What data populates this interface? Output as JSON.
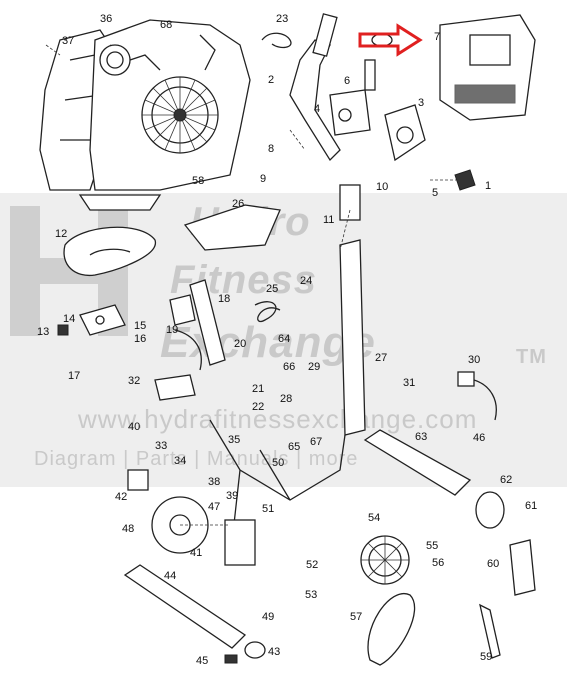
{
  "watermark": {
    "line1": "Hydro",
    "line2": "Fitness",
    "line3": "Exchange",
    "trademark": "TM",
    "url": "www.hydrafitnessexchange.com",
    "tagline": "Diagram | Parts | Manuals | more",
    "logo_letter": "H"
  },
  "callout": {
    "arrow_color": "#e02020",
    "part_number": "7"
  },
  "colors": {
    "line": "#222222",
    "band": "#eeeeee",
    "watermark": "#c9c9c9"
  },
  "part_labels": [
    "1",
    "2",
    "3",
    "4",
    "5",
    "6",
    "7",
    "8",
    "9",
    "10",
    "11",
    "12",
    "13",
    "14",
    "15",
    "16",
    "17",
    "18",
    "19",
    "20",
    "21",
    "22",
    "23",
    "24",
    "25",
    "26",
    "27",
    "28",
    "29",
    "30",
    "31",
    "32",
    "33",
    "34",
    "35",
    "36",
    "37",
    "38",
    "39",
    "40",
    "41",
    "42",
    "43",
    "44",
    "45",
    "46",
    "47",
    "48",
    "49",
    "50",
    "51",
    "52",
    "53",
    "54",
    "55",
    "56",
    "57",
    "58",
    "59",
    "60",
    "61",
    "62",
    "63",
    "64",
    "65",
    "66",
    "67",
    "68"
  ]
}
